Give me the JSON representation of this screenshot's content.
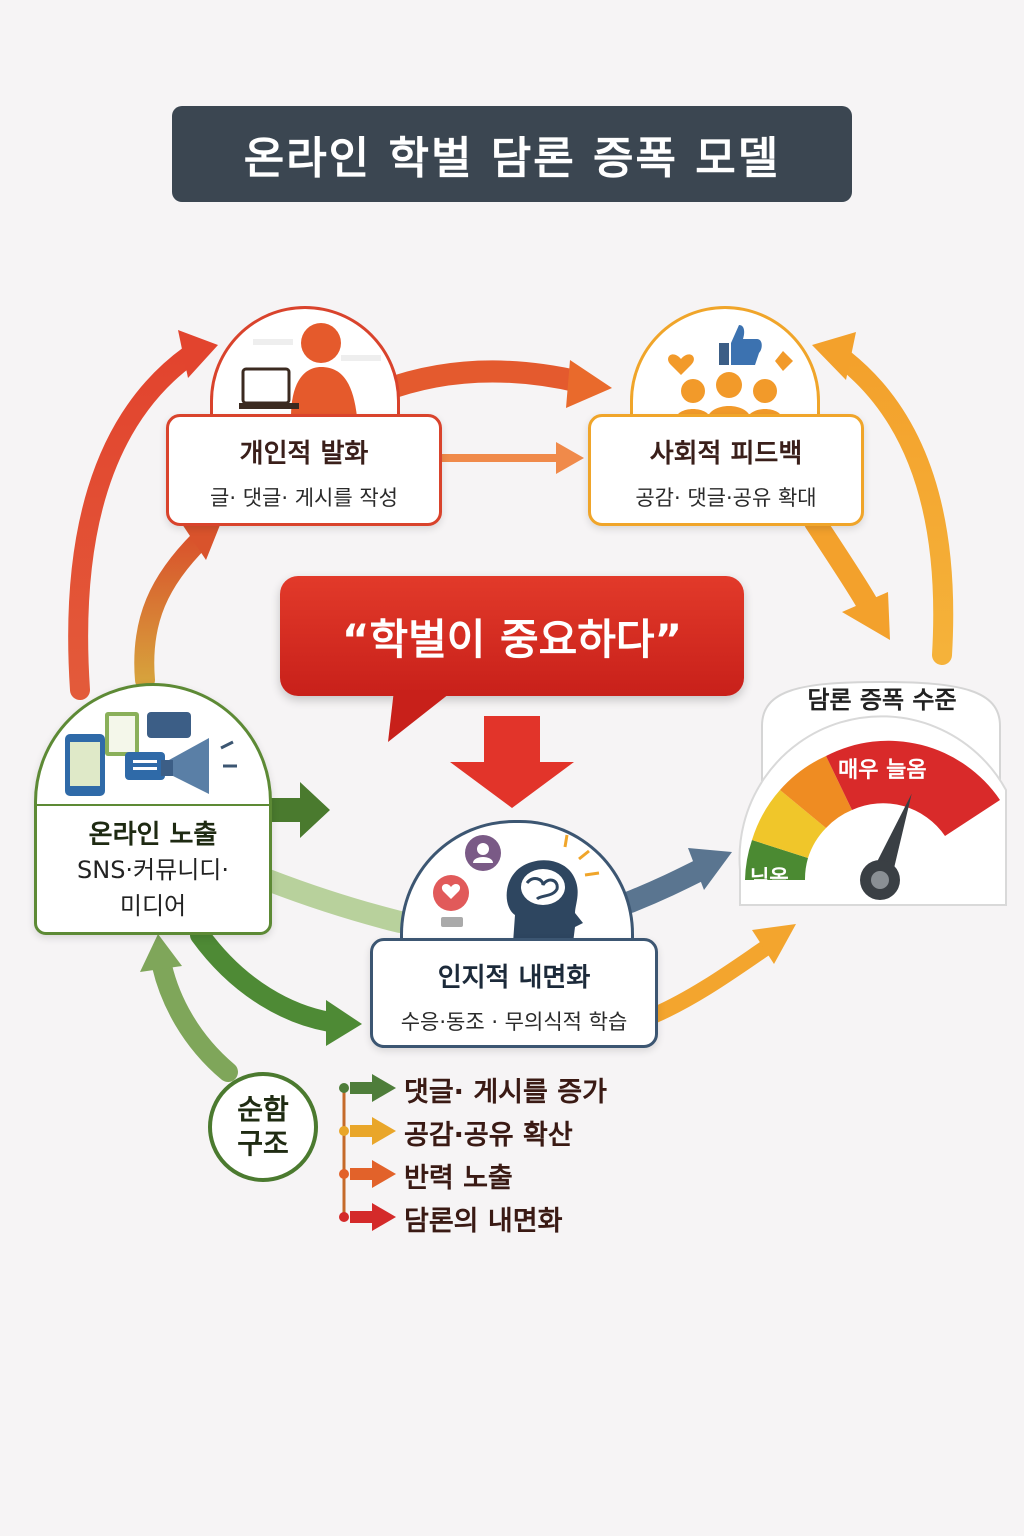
{
  "title": "온라인 학벌 담론 증폭 모델",
  "nodes": {
    "utterance": {
      "title": "개인적 발화",
      "sub": "글· 댓글· 게시를 작성"
    },
    "social": {
      "title": "사회적 피드백",
      "sub": "공감· 댓글·공유 확대"
    },
    "online": {
      "title": "온라인 노출",
      "sub_line1": "SNS·커뮤니디·",
      "sub_line2": "미디어"
    },
    "cognitive": {
      "title": "인지적 내면화",
      "sub": "수응·동조 · 무의식적 학습"
    }
  },
  "bubble_text": "“학벌이 중요하다”",
  "gauge": {
    "label": "담론 증폭 수준",
    "low_label": "닞옴",
    "high_label": "매우 늘옴",
    "level": 0.72
  },
  "cycle": {
    "label_line1": "순함",
    "label_line2": "구조",
    "items": [
      {
        "text": "댓글· 게시를 증가",
        "color": "#4e7d3a"
      },
      {
        "text": "공감·공유 확산",
        "color": "#e9a62a"
      },
      {
        "text": "반력 노출",
        "color": "#e2622a"
      },
      {
        "text": "담론의 내면화",
        "color": "#d42a2a"
      }
    ]
  },
  "colors": {
    "red": "#d9432c",
    "orange": "#f0a52a",
    "green": "#5d8a35",
    "navy": "#3c5672"
  }
}
